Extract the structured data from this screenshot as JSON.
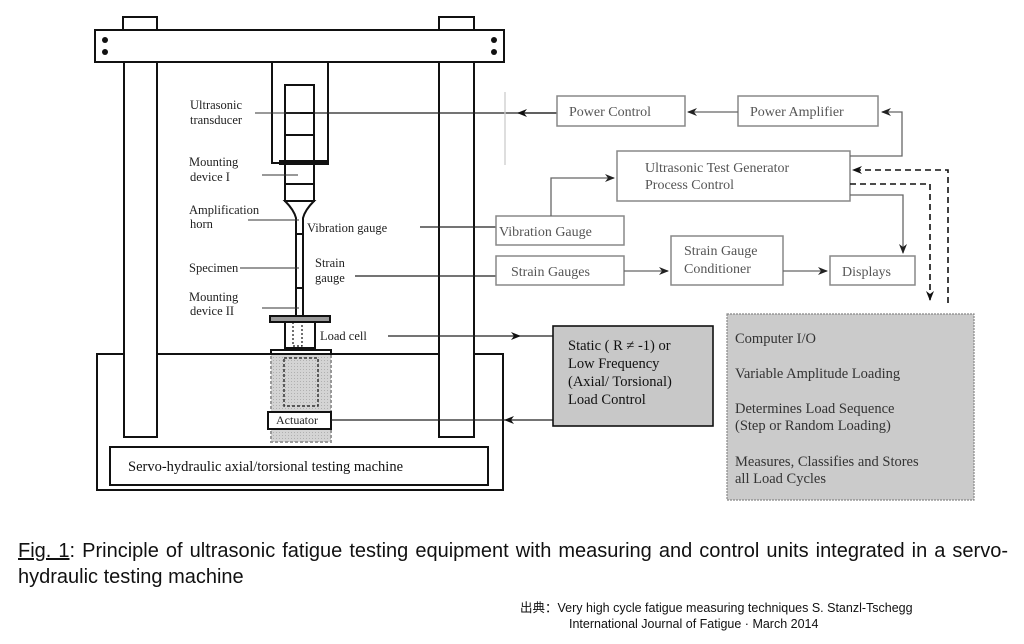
{
  "figure": {
    "machine_labels": {
      "ultrasonic_transducer": [
        "Ultrasonic",
        "transducer"
      ],
      "mounting_device_1": [
        "Mounting",
        "device I"
      ],
      "amplification_horn": [
        "Amplification",
        "horn"
      ],
      "vibration_gauge": "Vibration  gauge",
      "specimen": "Specimen",
      "strain_gauge": [
        "Strain",
        "gauge"
      ],
      "mounting_device_2": [
        "Mounting",
        "device II"
      ],
      "load_cell": "Load  cell",
      "actuator": "Actuator",
      "machine_base": "Servo-hydraulic axial/torsional testing machine"
    },
    "blocks": {
      "power_control": "Power Control",
      "power_amplifier": "Power Amplifier",
      "test_generator": [
        "Ultrasonic Test Generator",
        "Process Control"
      ],
      "vibration_gauge": "Vibration Gauge",
      "strain_gauges": "Strain Gauges",
      "strain_conditioner": [
        "Strain Gauge",
        "Conditioner"
      ],
      "displays": "Displays",
      "load_control": [
        "Static ( R ≠ -1) or",
        "Low Frequency",
        "(Axial/ Torsional)",
        "Load Control"
      ],
      "computer": [
        "Computer I/O",
        "Variable Amplitude Loading",
        "Determines Load Sequence",
        "(Step or Random Loading)",
        "Measures, Classifies and Stores",
        "all Load Cycles"
      ]
    },
    "colors": {
      "line": "#111111",
      "block_border": "#888888",
      "block_text": "#555555",
      "gray_fill": "#c8c8c8",
      "computer_fill": "#cbcbcb"
    }
  },
  "caption": {
    "fig_label": "Fig. 1",
    "text": ": Principle of ultrasonic fatigue testing equipment with measuring and control units integrated in a servo-hydraulic testing machine"
  },
  "source": {
    "prefix": "出典：",
    "line1": "Very high cycle fatigue measuring techniques  S. Stanzl-Tschegg",
    "line2": "International Journal of Fatigue · March 2014"
  }
}
